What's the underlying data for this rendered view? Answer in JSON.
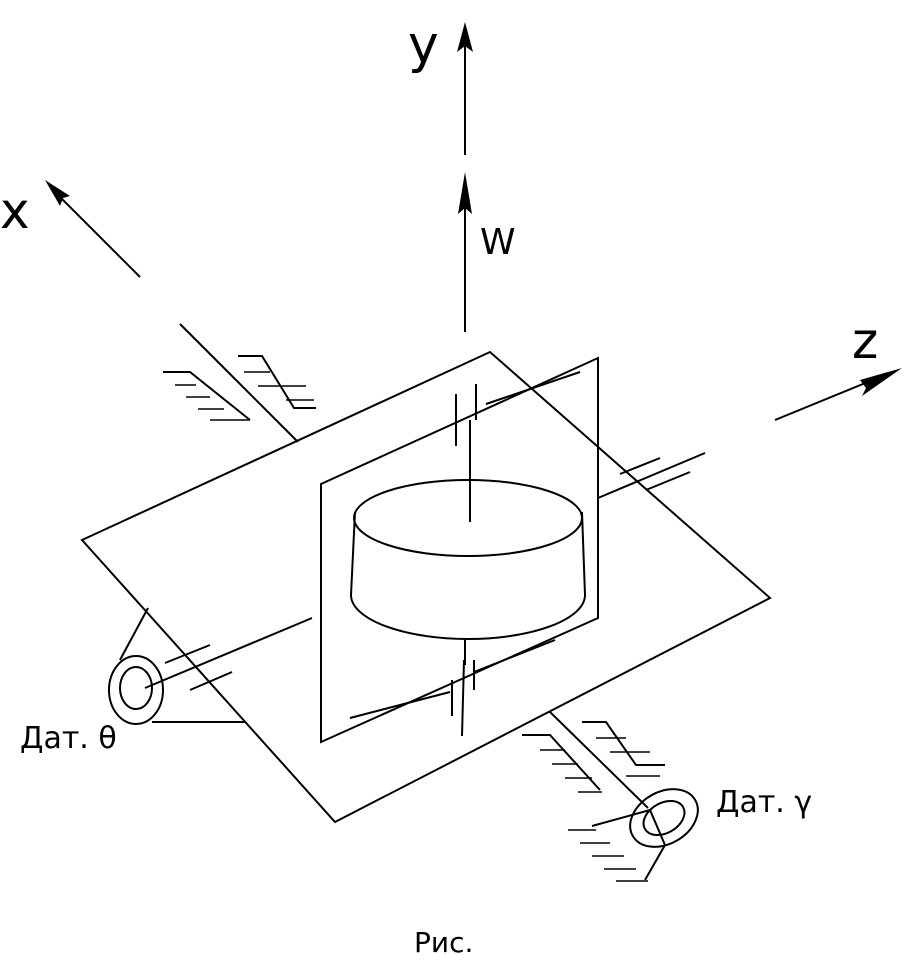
{
  "axes": {
    "y_label": "y",
    "x_label": "x",
    "z_label": "z",
    "w_label": "W"
  },
  "sensors": {
    "theta_label": "Дат. θ",
    "gamma_label": "Дат. γ"
  },
  "caption": "Рис."
}
